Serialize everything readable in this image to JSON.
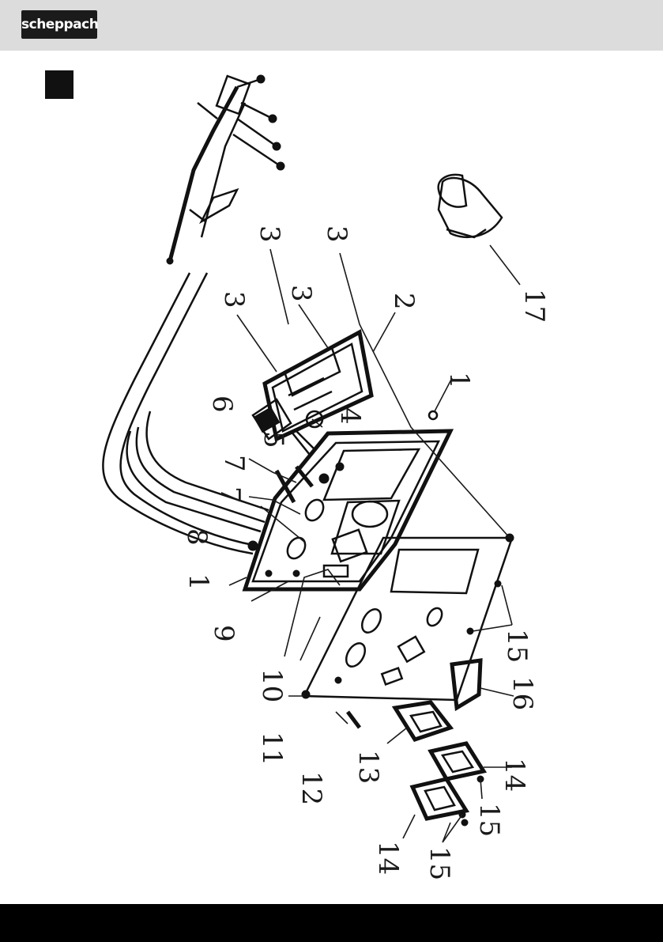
{
  "header": {
    "logo_text": "scheppach"
  },
  "figure": {
    "callouts": [
      "1",
      "1",
      "2",
      "3",
      "3",
      "3",
      "3",
      "4",
      "5",
      "6",
      "7",
      "7",
      "8",
      "9",
      "10",
      "11",
      "12",
      "13",
      "14",
      "14",
      "15",
      "15",
      "15",
      "16",
      "17"
    ]
  }
}
